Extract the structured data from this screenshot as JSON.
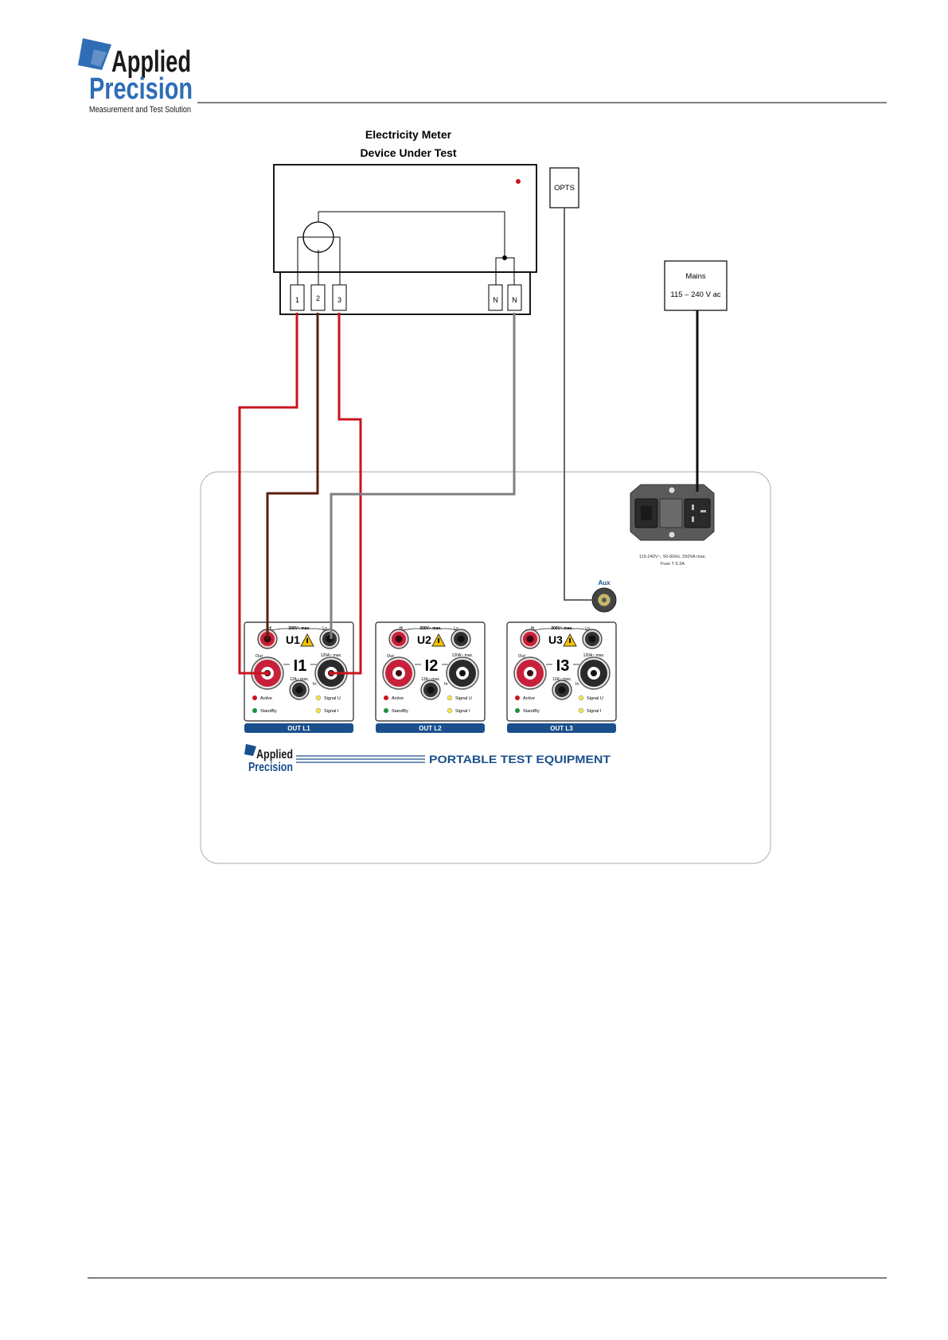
{
  "logo": {
    "line1": "Applied",
    "line2": "Precision",
    "tagline": "Measurement and Test Solution"
  },
  "meter": {
    "title_line1": "Electricity Meter",
    "title_line2": "Device Under Test",
    "terminals": [
      "1",
      "2",
      "3",
      "N",
      "N"
    ]
  },
  "opts": {
    "label": "OPTS"
  },
  "mains": {
    "label": "Mains",
    "voltage": "115 – 240 V ac"
  },
  "inlet": {
    "spec_line1": "115-240V~, 50-60Hz, 550VA max.",
    "spec_line2": "Fuse T 6.3A"
  },
  "aux": {
    "label": "Aux"
  },
  "modules": [
    {
      "u_label": "U1",
      "i_label": "I1",
      "out_label": "OUT L1"
    },
    {
      "u_label": "U2",
      "i_label": "I2",
      "out_label": "OUT L2"
    },
    {
      "u_label": "U3",
      "i_label": "I3",
      "out_label": "OUT L3"
    }
  ],
  "module_text": {
    "hi": "Hi",
    "lo": "Lo",
    "v_max": "300V~ max.",
    "out": "Out",
    "in": "In",
    "big_max": "120A~ max.",
    "small_max": "12A~ max.",
    "active": "Active",
    "standby": "StandBy",
    "signal_u": "Signal U",
    "signal_i": "Signal I"
  },
  "brand": {
    "line1": "Applied",
    "line2": "Precision",
    "slogan": "PORTABLE TEST EQUIPMENT"
  },
  "colors": {
    "logo_blue": "#2f6db5",
    "dark_blue": "#1a4f8c",
    "red_wire": "#c8141e",
    "brown_wire": "#5a1e0f",
    "gray_wire": "#808080",
    "red_jack": "#c8203a"
  }
}
